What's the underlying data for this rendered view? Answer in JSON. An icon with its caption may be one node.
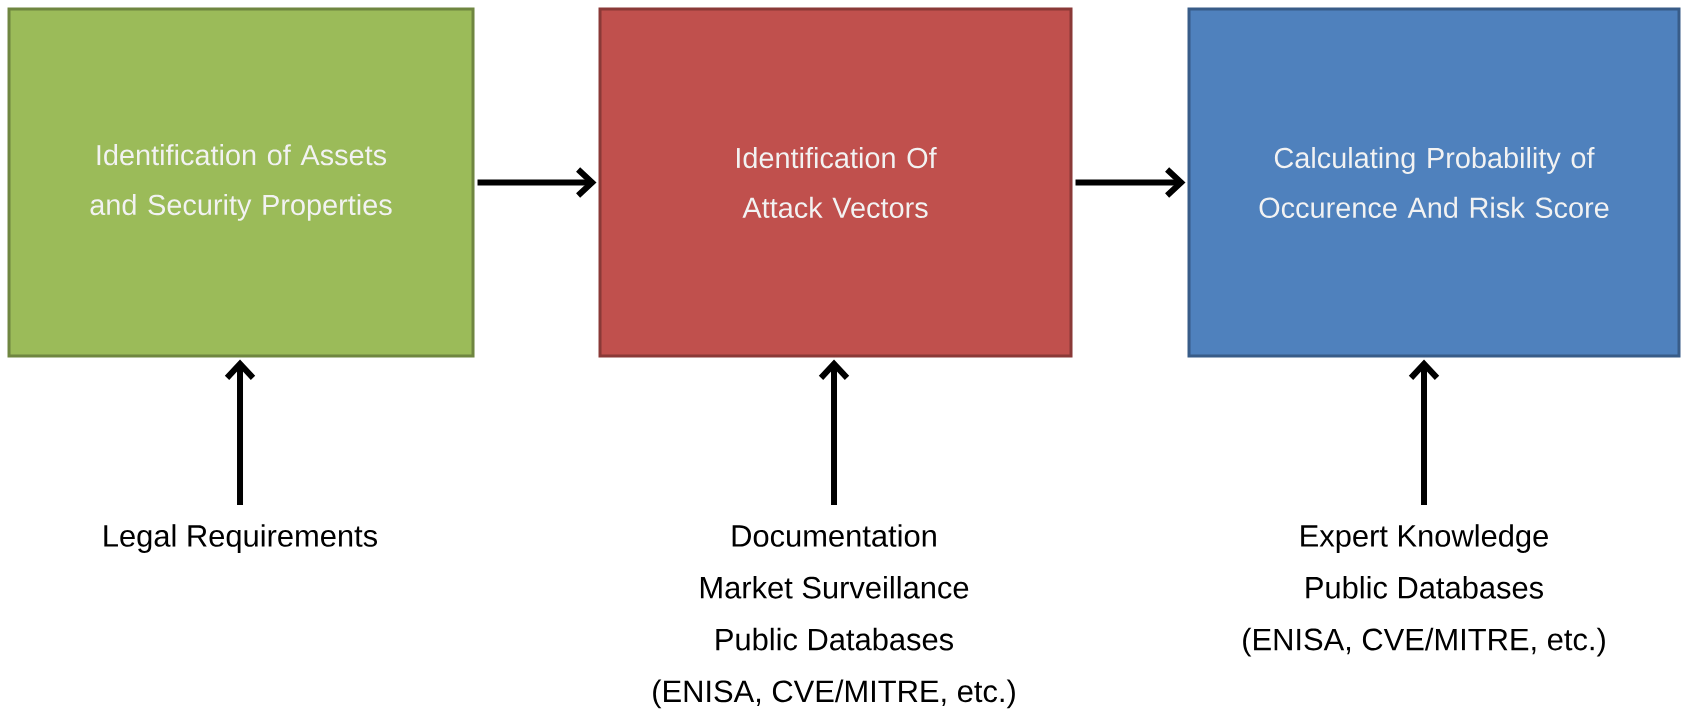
{
  "diagram": {
    "nodes": [
      {
        "text": [
          "Identification of Assets and Security Properties"
        ]
      },
      {
        "text": [
          "Identification Of Attack Vectors"
        ]
      },
      {
        "text": [
          "Calculating Probability of Occurence And Risk Score"
        ]
      },
      {
        "text": [
          "Legal Requirements"
        ]
      },
      {
        "text": [
          "Documentation",
          "Market Surveillance",
          "Public Databases",
          "(ENISA, CVE/MITRE, etc.)"
        ]
      },
      {
        "text": [
          "Expert Knowledge",
          "Public Databases",
          "(ENISA, CVE/MITRE, etc.)"
        ]
      }
    ],
    "edges": [
      {
        "from": 0,
        "to": 1,
        "arrow": "to"
      },
      {
        "from": 1,
        "to": 2,
        "arrow": "to"
      },
      {
        "from": 3,
        "to": 0,
        "arrow": "to"
      },
      {
        "from": 4,
        "to": 1,
        "arrow": "to"
      },
      {
        "from": 5,
        "to": 2,
        "arrow": "to"
      }
    ]
  }
}
